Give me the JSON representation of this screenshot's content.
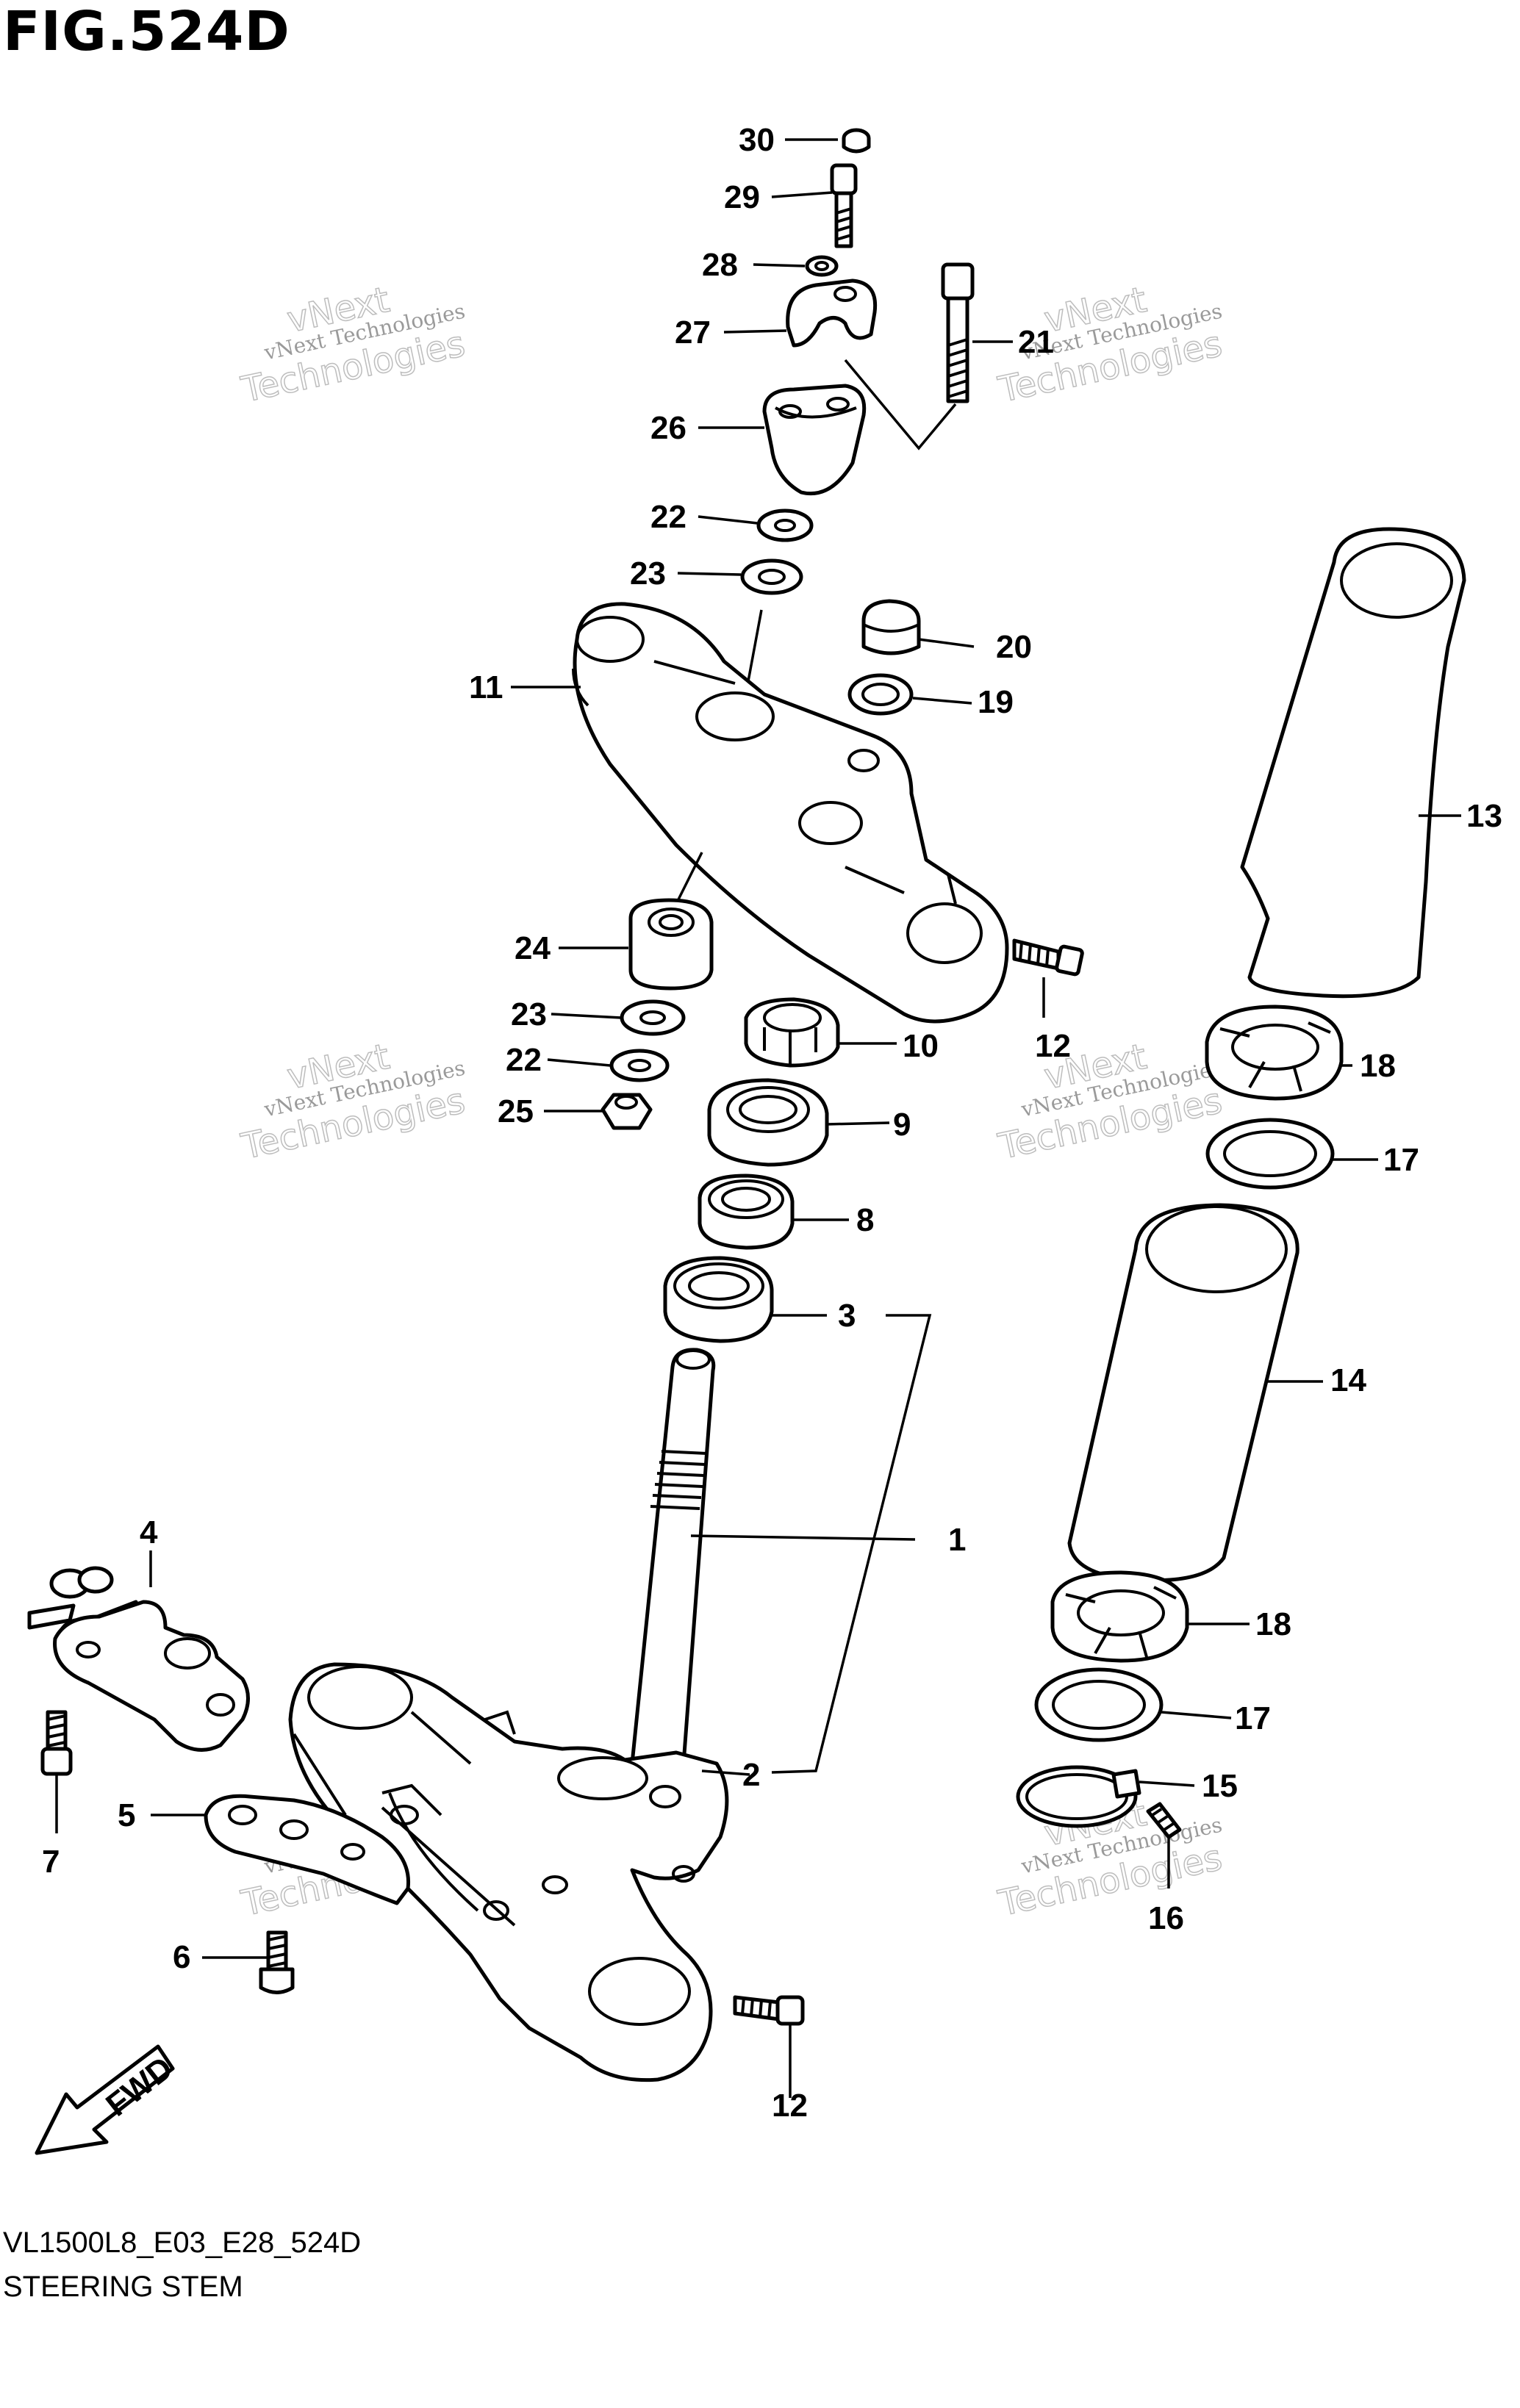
{
  "figure": {
    "title": "FIG.524D",
    "model_code": "VL1500L8_E03_E28_524D",
    "caption": "STEERING STEM",
    "direction_label": "FWD"
  },
  "watermark": {
    "line1": "vNext Technologies",
    "line2": "vNext",
    "line3": "Technologies"
  },
  "callouts": [
    "1",
    "2",
    "3",
    "4",
    "5",
    "6",
    "7",
    "8",
    "9",
    "10",
    "11",
    "12",
    "12",
    "13",
    "14",
    "15",
    "16",
    "17",
    "17",
    "18",
    "18",
    "19",
    "20",
    "21",
    "22",
    "22",
    "23",
    "23",
    "24",
    "25",
    "26",
    "27",
    "28",
    "29",
    "30"
  ]
}
